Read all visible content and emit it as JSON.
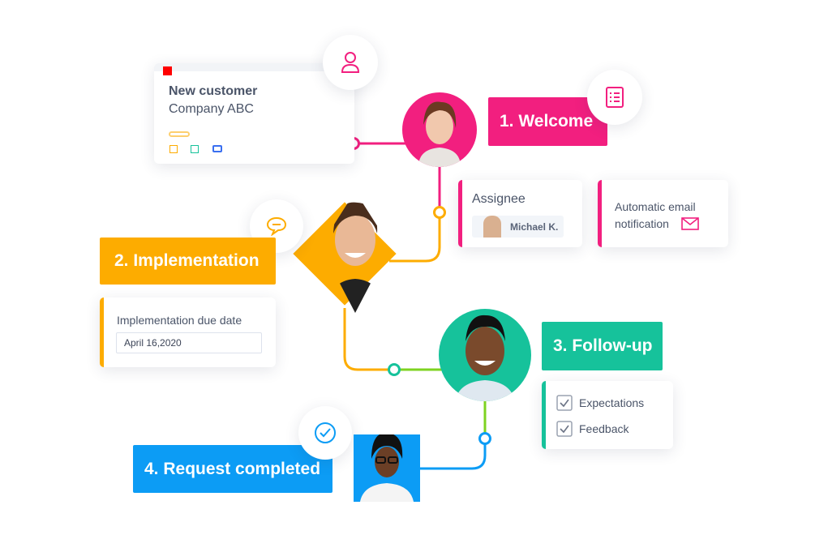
{
  "colors": {
    "pink": "#f21f7f",
    "yellow": "#fdac00",
    "teal": "#16c29b",
    "green": "#7ed321",
    "blue": "#0c9cf5",
    "text": "#4a5468"
  },
  "customer_card": {
    "title": "New customer",
    "company": "Company ABC"
  },
  "steps": [
    {
      "label": "1. Welcome",
      "icon": "document-list-icon"
    },
    {
      "label": "2. Implementation",
      "icon": "chat-bubble-icon"
    },
    {
      "label": "3. Follow-up"
    },
    {
      "label": "4. Request completed",
      "icon": "check-circle-icon"
    }
  ],
  "assignee": {
    "title": "Assignee",
    "name": "Michael K."
  },
  "email_card": {
    "line1": "Automatic email",
    "line2": "notification"
  },
  "due_date": {
    "label": "Implementation due date",
    "value": "April 16,2020"
  },
  "checklist": [
    "Expectations",
    "Feedback"
  ]
}
